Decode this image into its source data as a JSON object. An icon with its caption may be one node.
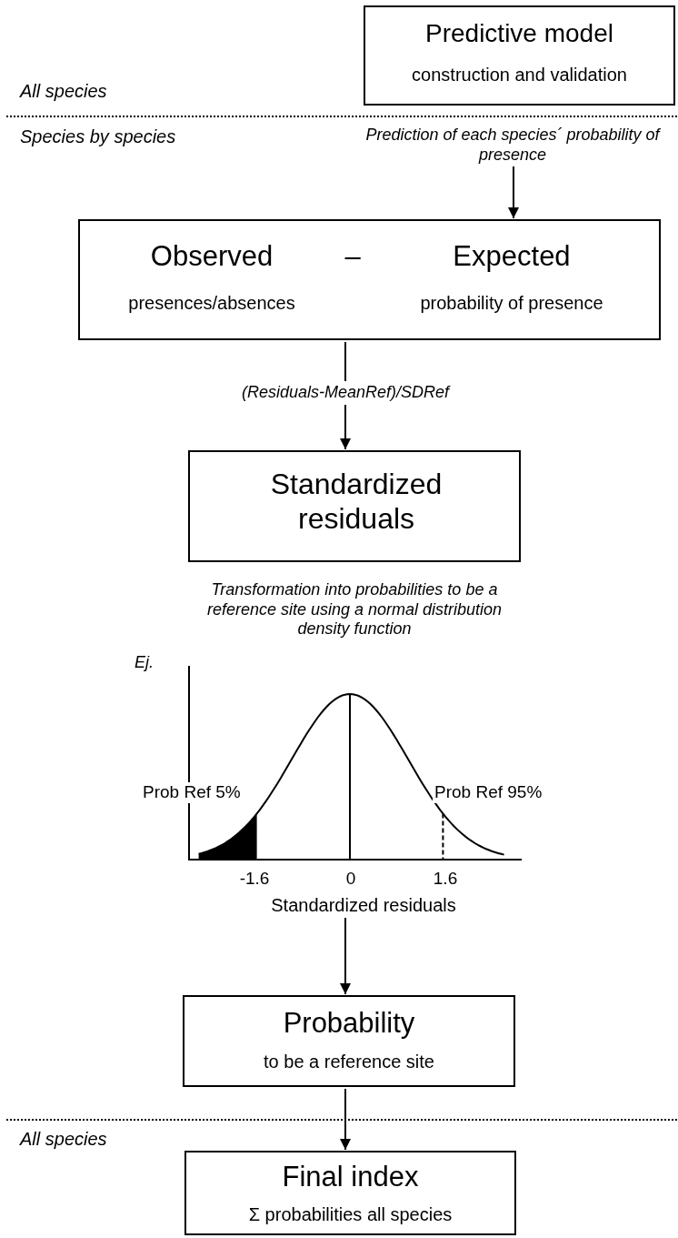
{
  "diagram": {
    "nodes": [
      {
        "text": [
          "Predictive model",
          "construction and validation"
        ]
      },
      {
        "text": [
          "Prediction of each species´ probability of presence"
        ]
      },
      {
        "text": [
          "Observed",
          "presences/absences",
          "–",
          "Expected",
          "probability of presence"
        ]
      },
      {
        "text": [
          "Standardized residuals"
        ]
      },
      {
        "text": [
          "Standardized residuals"
        ]
      },
      {
        "text": [
          "Probability",
          "to be a reference site"
        ]
      },
      {
        "text": [
          "Final index",
          "Σ probabilities all species"
        ]
      }
    ],
    "edges": [
      {
        "from": 1,
        "to": 2,
        "arrow": "to"
      },
      {
        "from": 2,
        "to": 3,
        "arrow": "to",
        "label": "(Residuals-MeanRef)/SDRef"
      },
      {
        "from": 4,
        "to": 5,
        "arrow": "to"
      },
      {
        "from": 5,
        "to": 6,
        "arrow": "to"
      }
    ],
    "labels": [
      "All species",
      "Species by species",
      "Transformation into probabilities to be a reference site using a normal distribution density function",
      "Ej.",
      "Prob Ref 5%",
      "Prob Ref 95%",
      "-1.6",
      "0",
      "1.6",
      "All species"
    ]
  }
}
